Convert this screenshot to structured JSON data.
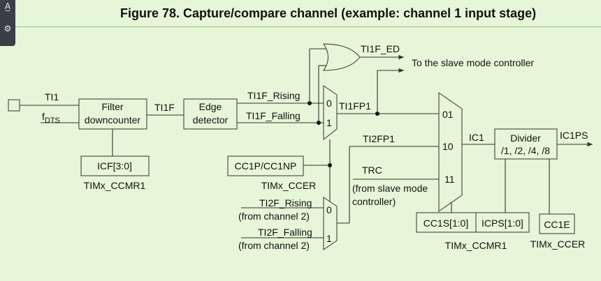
{
  "title": "Figure 78. Capture/compare channel (example: channel 1 input stage)",
  "toolbar": {
    "tool1_icon": "text-select-icon",
    "tool2_icon": "translate-icon"
  },
  "diagram": {
    "signals": {
      "ti1": "TI1",
      "fdts_main": "f",
      "fdts_sub": "DTS",
      "ti1f": "TI1F",
      "ti1f_rising": "TI1F_Rising",
      "ti1f_falling": "TI1F_Falling",
      "ti1f_ed": "TI1F_ED",
      "slave_mode": "To the slave mode controller",
      "ti1fp1": "TI1FP1",
      "ti2fp1": "TI2FP1",
      "trc": "TRC",
      "trc_note1": "(from slave mode",
      "trc_note2": "controller)",
      "ic1": "IC1",
      "ic1ps": "IC1PS",
      "ti2f_rising": "TI2F_Rising",
      "ti2f_rising_src": "(from channel 2)",
      "ti2f_falling": "TI2F_Falling",
      "ti2f_falling_src": "(from channel 2)"
    },
    "blocks": {
      "filter_l1": "Filter",
      "filter_l2": "downcounter",
      "edge_l1": "Edge",
      "edge_l2": "detector",
      "icf": "ICF[3:0]",
      "cc1p": "CC1P/CC1NP",
      "divider_l1": "Divider",
      "divider_l2": "/1, /2, /4, /8",
      "cc1s": "CC1S[1:0]",
      "icps": "ICPS[1:0]",
      "cc1e": "CC1E"
    },
    "registers": {
      "ccmr1_a": "TIMx_CCMR1",
      "ccer_a": "TIMx_CCER",
      "ccmr1_b": "TIMx_CCMR1",
      "ccer_b": "TIMx_CCER"
    },
    "mux": {
      "m1_in0": "0",
      "m1_in1": "1",
      "m2_in0": "0",
      "m2_in1": "1",
      "m3_in01": "01",
      "m3_in10": "10",
      "m3_in11": "11"
    }
  }
}
